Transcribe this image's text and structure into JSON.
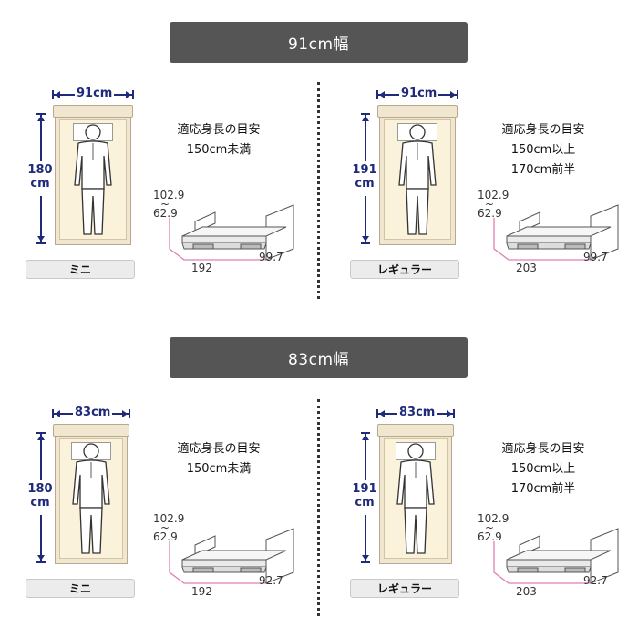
{
  "sections": [
    {
      "header": "91cm幅",
      "cards": [
        {
          "width_label": "91cm",
          "length_label_1": "180",
          "length_label_2": "cm",
          "guide_title": "適応身長の目安",
          "guide_lines": [
            "150cm未満",
            ""
          ],
          "height_top": "102.9",
          "height_tilde": "~",
          "height_bottom": "62.9",
          "length_dim": "192",
          "width_dim": "99.7",
          "type_label": "ミニ"
        },
        {
          "width_label": "91cm",
          "length_label_1": "191",
          "length_label_2": "cm",
          "guide_title": "適応身長の目安",
          "guide_lines": [
            "150cm以上",
            "170cm前半"
          ],
          "height_top": "102.9",
          "height_tilde": "~",
          "height_bottom": "62.9",
          "length_dim": "203",
          "width_dim": "99.7",
          "type_label": "レギュラー"
        }
      ]
    },
    {
      "header": "83cm幅",
      "cards": [
        {
          "width_label": "83cm",
          "length_label_1": "180",
          "length_label_2": "cm",
          "guide_title": "適応身長の目安",
          "guide_lines": [
            "150cm未満",
            ""
          ],
          "height_top": "102.9",
          "height_tilde": "~",
          "height_bottom": "62.9",
          "length_dim": "192",
          "width_dim": "92.7",
          "type_label": "ミニ"
        },
        {
          "width_label": "83cm",
          "length_label_1": "191",
          "length_label_2": "cm",
          "guide_title": "適応身長の目安",
          "guide_lines": [
            "150cm以上",
            "170cm前半"
          ],
          "height_top": "102.9",
          "height_tilde": "~",
          "height_bottom": "62.9",
          "length_dim": "203",
          "width_dim": "92.7",
          "type_label": "レギュラー"
        }
      ]
    }
  ],
  "colors": {
    "header_bg": "#555555",
    "dimension_text": "#1f2a7a",
    "dimension_line": "#1f2a7a",
    "bed_frame": "#f1e6cf",
    "pink_guide": "#e07fb4"
  }
}
